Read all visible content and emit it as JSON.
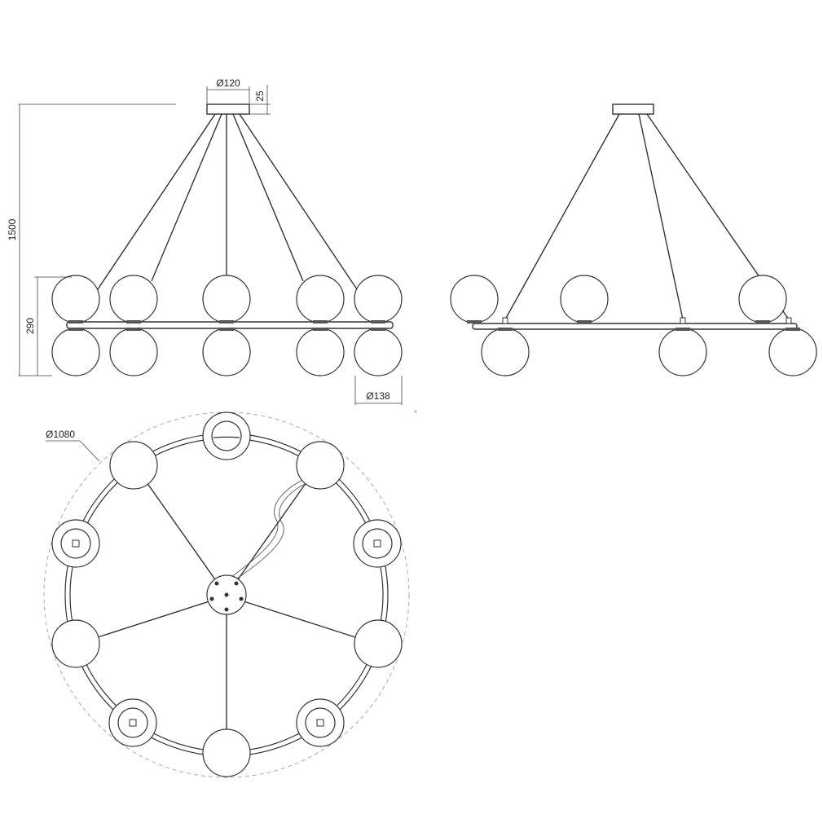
{
  "dimensions": {
    "canopy_diameter": "Ø120",
    "canopy_height": "25",
    "total_height": "1500",
    "body_height": "290",
    "globe_diameter": "Ø138",
    "overall_diameter": "Ø1080"
  }
}
